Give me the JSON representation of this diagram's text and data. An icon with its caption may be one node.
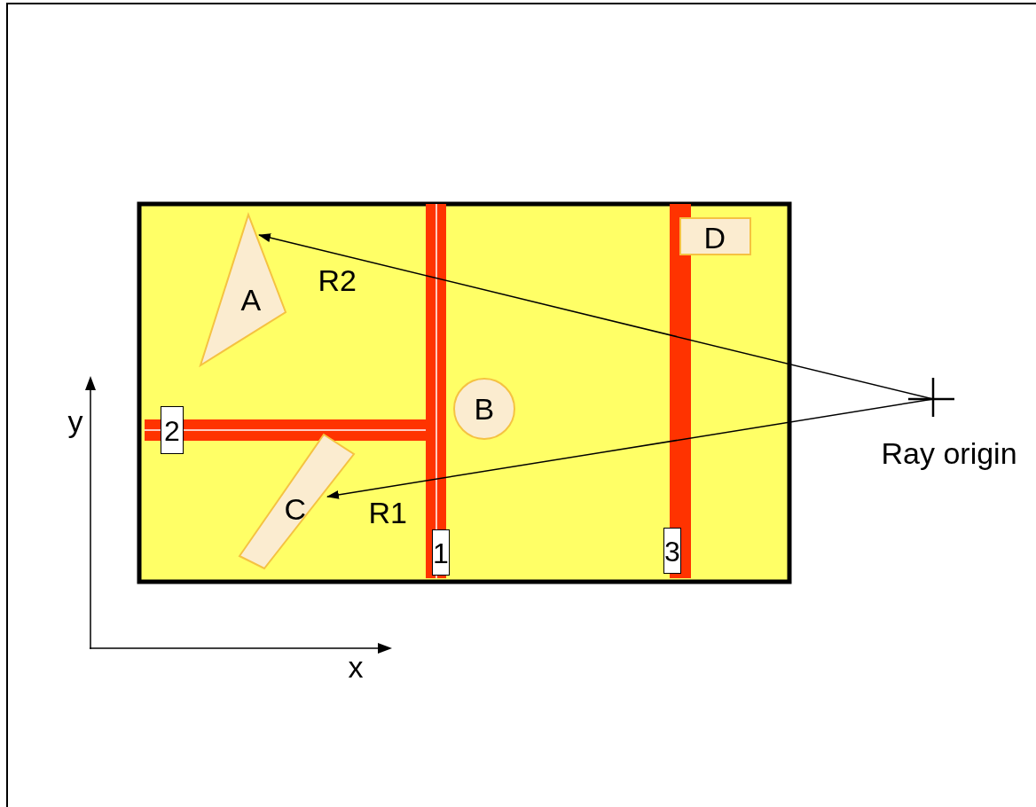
{
  "diagram": {
    "nodes": [
      {
        "text": [
          "A"
        ]
      },
      {
        "text": [
          "B"
        ]
      },
      {
        "text": [
          "C"
        ]
      },
      {
        "text": [
          "D"
        ]
      },
      {
        "text": [
          "Ray origin"
        ]
      }
    ],
    "edges": [
      {
        "from": 4,
        "to": 2,
        "arrow": "to",
        "label": "R1"
      },
      {
        "from": 4,
        "to": 0,
        "arrow": "to",
        "label": "R2"
      }
    ],
    "labels": [
      "2",
      "1",
      "3",
      "y",
      "x"
    ]
  }
}
